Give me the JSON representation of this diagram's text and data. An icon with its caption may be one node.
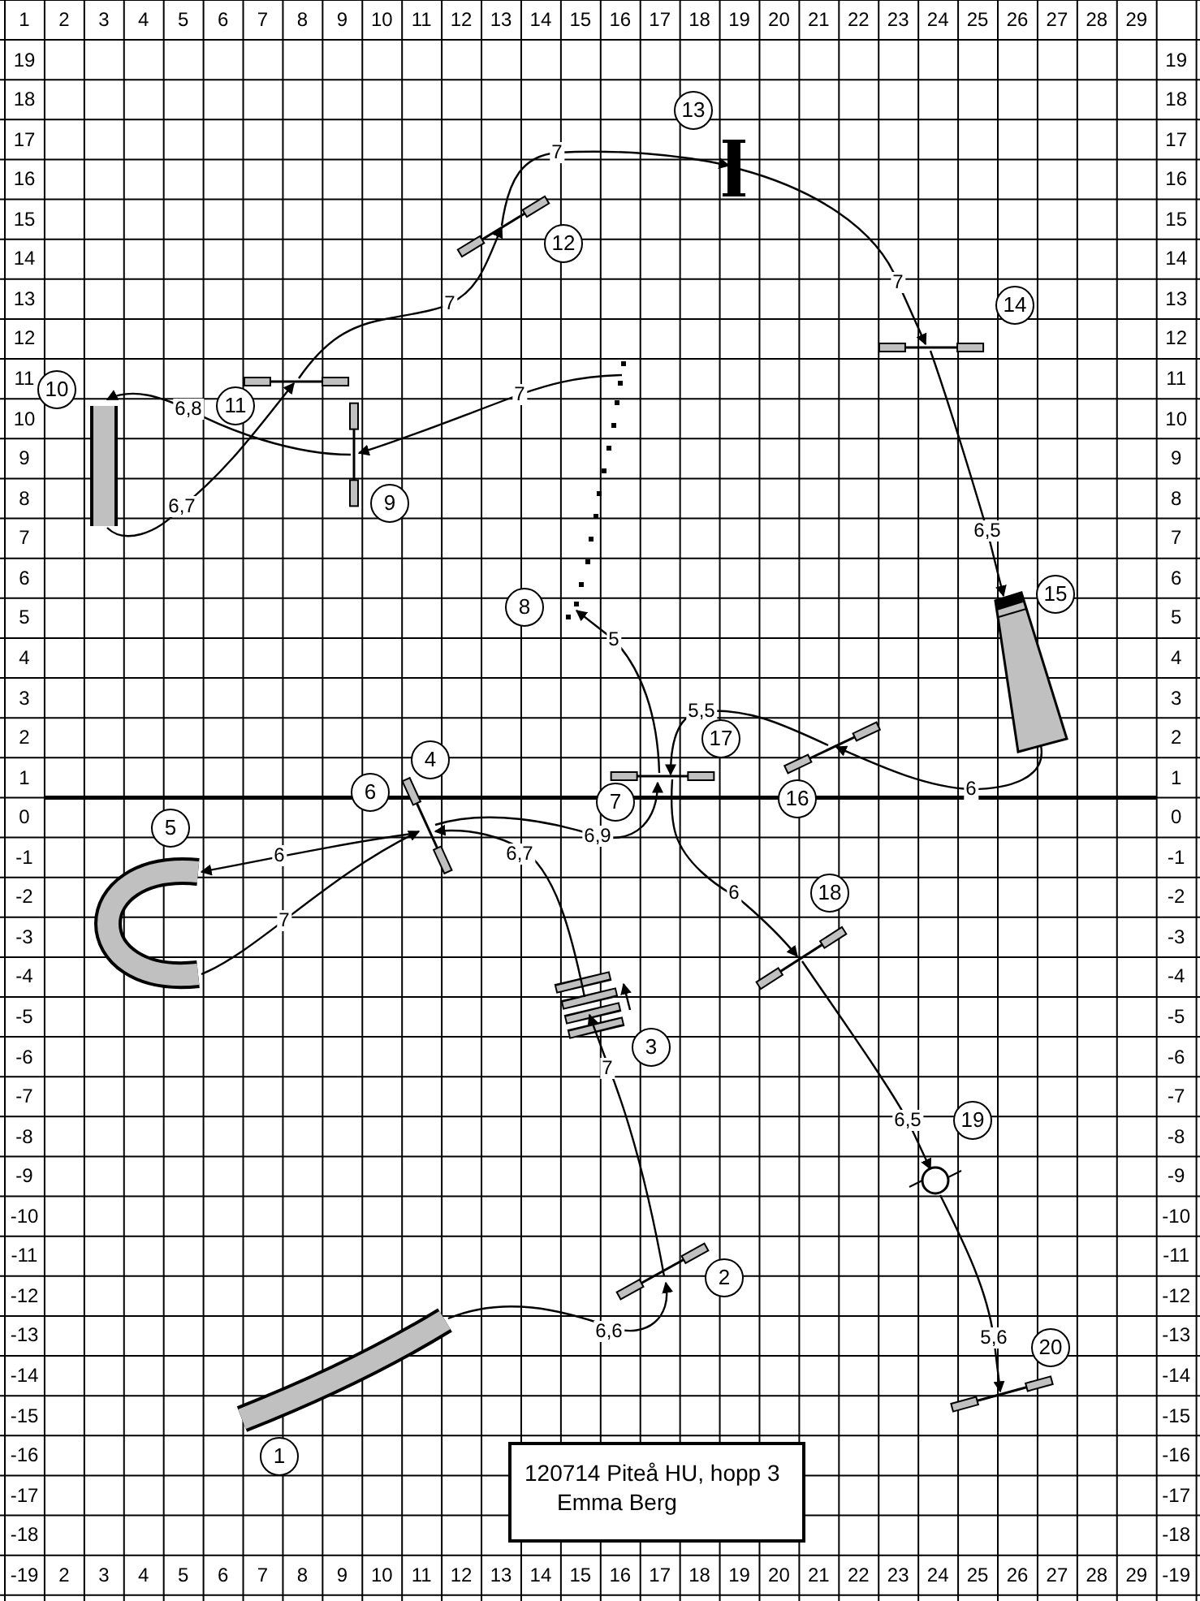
{
  "diagram": {
    "nodes": [
      {
        "text": [],
        "shape": "tube",
        "beside": [
          "1"
        ]
      },
      {
        "text": [],
        "shape": "bar",
        "beside": [
          "2"
        ]
      },
      {
        "text": [],
        "shape": "bars",
        "beside": [
          "3"
        ]
      },
      {
        "text": [],
        "shape": "bar",
        "beside": [
          "4",
          "6"
        ]
      },
      {
        "text": [],
        "shape": "tube",
        "beside": [
          "5"
        ]
      },
      {
        "text": [],
        "shape": "bar",
        "beside": [
          "7",
          "17"
        ]
      },
      {
        "text": [],
        "shape": "dots",
        "beside": [
          "8"
        ]
      },
      {
        "text": [],
        "shape": "bar",
        "beside": [
          "9"
        ]
      },
      {
        "text": [],
        "shape": "tube",
        "beside": [
          "10"
        ]
      },
      {
        "text": [],
        "shape": "bar",
        "beside": [
          "11"
        ]
      },
      {
        "text": [],
        "shape": "bar",
        "beside": [
          "12"
        ]
      },
      {
        "text": [],
        "shape": "block",
        "beside": [
          "13"
        ]
      },
      {
        "text": [],
        "shape": "bar",
        "beside": [
          "14"
        ]
      },
      {
        "text": [],
        "shape": "trapezoid",
        "beside": [
          "15"
        ]
      },
      {
        "text": [],
        "shape": "bar",
        "beside": [
          "16"
        ]
      },
      {
        "text": [],
        "shape": "bar",
        "beside": [
          "18"
        ]
      },
      {
        "text": [],
        "shape": "circle",
        "beside": [
          "19"
        ]
      },
      {
        "text": [],
        "shape": "bar",
        "beside": [
          "20"
        ]
      },
      {
        "text": [
          "120714 Piteå HU, hopp 3",
          "Emma Berg"
        ]
      }
    ],
    "edges": [
      {
        "from": 0,
        "to": 1,
        "arrow": "to",
        "label": "6,6"
      },
      {
        "from": 1,
        "to": 2,
        "arrow": "to",
        "label": "7"
      },
      {
        "from": 2,
        "to": 3,
        "arrow": "to",
        "label": "6,7"
      },
      {
        "from": 3,
        "to": 4,
        "arrow": "to",
        "label": "6"
      },
      {
        "from": 4,
        "to": 3,
        "arrow": "to",
        "label": "7"
      },
      {
        "from": 3,
        "to": 5,
        "arrow": "to",
        "label": "6,9"
      },
      {
        "from": 5,
        "to": 6,
        "arrow": "to",
        "label": "5"
      },
      {
        "from": 6,
        "to": 7,
        "arrow": "to",
        "label": "7"
      },
      {
        "from": 7,
        "to": 8,
        "arrow": "to",
        "label": "6,8"
      },
      {
        "from": 8,
        "to": 9,
        "arrow": "to",
        "label": "6,7"
      },
      {
        "from": 9,
        "to": 10,
        "arrow": "to",
        "label": "7"
      },
      {
        "from": 10,
        "to": 11,
        "arrow": "to",
        "label": "7"
      },
      {
        "from": 11,
        "to": 12,
        "arrow": "to",
        "label": "7"
      },
      {
        "from": 12,
        "to": 13,
        "arrow": "to",
        "label": "6,5"
      },
      {
        "from": 13,
        "to": 14,
        "arrow": "to",
        "label": "6"
      },
      {
        "from": 14,
        "to": 5,
        "arrow": "to",
        "label": "5,5"
      },
      {
        "from": 5,
        "to": 15,
        "arrow": "to",
        "label": "6"
      },
      {
        "from": 15,
        "to": 16,
        "arrow": "to",
        "label": "6,5"
      },
      {
        "from": 16,
        "to": 17,
        "arrow": "to",
        "label": "5,6"
      }
    ],
    "labels": [
      "1",
      "2",
      "3",
      "4",
      "5",
      "6",
      "7",
      "8",
      "9",
      "10",
      "11",
      "12",
      "13",
      "14",
      "15",
      "16",
      "17",
      "18",
      "19",
      "20",
      "21",
      "22",
      "23",
      "24",
      "25",
      "26",
      "27",
      "28",
      "29",
      "19",
      "19",
      "18",
      "18",
      "17",
      "17",
      "16",
      "16",
      "15",
      "15",
      "14",
      "14",
      "13",
      "13",
      "12",
      "12",
      "11",
      "11",
      "10",
      "10",
      "9",
      "9",
      "8",
      "8",
      "7",
      "7",
      "6",
      "6",
      "5",
      "5",
      "4",
      "4",
      "3",
      "3",
      "2",
      "2",
      "1",
      "1",
      "0",
      "0",
      "-1",
      "-1",
      "-2",
      "-2",
      "-3",
      "-3",
      "-4",
      "-4",
      "-5",
      "-5",
      "-6",
      "-6",
      "-7",
      "-7",
      "-8",
      "-8",
      "-9",
      "-9",
      "-10",
      "-10",
      "-11",
      "-11",
      "-12",
      "-12",
      "-13",
      "-13",
      "-14",
      "-14",
      "-15",
      "-15",
      "-16",
      "-16",
      "-17",
      "-17",
      "-18",
      "-18",
      "-19",
      "2",
      "3",
      "4",
      "5",
      "6",
      "7",
      "8",
      "9",
      "10",
      "11",
      "12",
      "13",
      "14",
      "15",
      "16",
      "17",
      "18",
      "19",
      "20",
      "21",
      "22",
      "23",
      "24",
      "25",
      "26",
      "27",
      "28",
      "29",
      "-19"
    ]
  }
}
